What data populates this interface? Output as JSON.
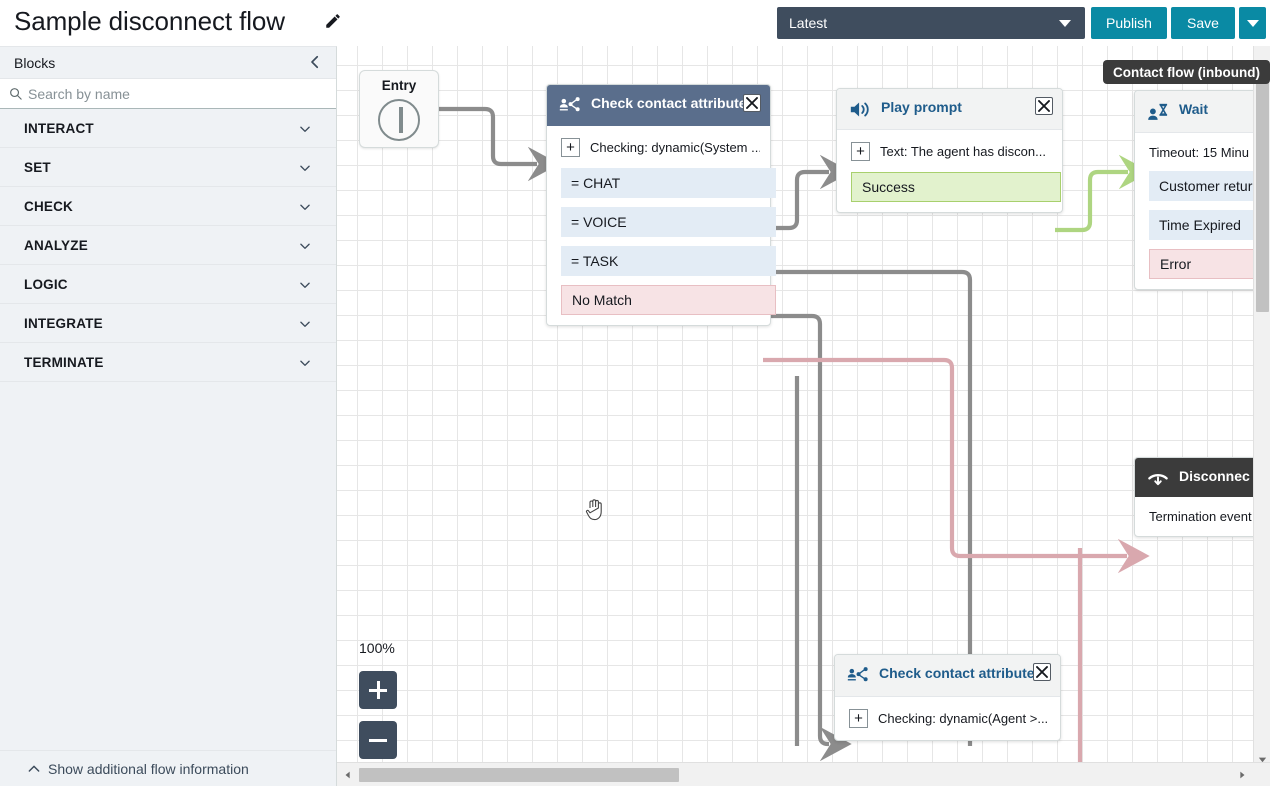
{
  "header": {
    "title": "Sample disconnect flow",
    "edit_icon": "pencil-icon",
    "version_value": "Latest",
    "publish_label": "Publish",
    "save_label": "Save",
    "more_label": ""
  },
  "sidebar": {
    "title": "Blocks",
    "collapse_icon": "chevron-left-icon",
    "search_placeholder": "Search by name",
    "search_value": "",
    "groups": [
      {
        "label": "INTERACT"
      },
      {
        "label": "SET"
      },
      {
        "label": "CHECK"
      },
      {
        "label": "ANALYZE"
      },
      {
        "label": "LOGIC"
      },
      {
        "label": "INTEGRATE"
      },
      {
        "label": "TERMINATE"
      }
    ],
    "footer_label": "Show additional flow information"
  },
  "canvas": {
    "flow_badge": "Contact flow (inbound)",
    "zoom_level": "100%",
    "zoom_in_label": "+",
    "zoom_out_label": "−",
    "entry": {
      "label": "Entry"
    },
    "nodes": [
      {
        "id": "check1",
        "title": "Check contact attributes",
        "icon": "check-contact-attributes-icon",
        "param": "Checking: dynamic(System ...",
        "branches": [
          {
            "label": "= CHAT",
            "type": "blue"
          },
          {
            "label": "= VOICE",
            "type": "blue"
          },
          {
            "label": "= TASK",
            "type": "blue"
          },
          {
            "label": "No Match",
            "type": "pink"
          }
        ]
      },
      {
        "id": "play",
        "title": "Play prompt",
        "icon": "speaker-icon",
        "param": "Text: The agent has discon...",
        "branches": [
          {
            "label": "Success",
            "type": "green"
          }
        ]
      },
      {
        "id": "wait",
        "title": "Wait",
        "icon": "wait-person-hourglass-icon",
        "param": "Timeout: 15 Minu",
        "branches": [
          {
            "label": "Customer retur",
            "type": "blue"
          },
          {
            "label": "Time Expired",
            "type": "blue"
          },
          {
            "label": "Error",
            "type": "pink"
          }
        ]
      },
      {
        "id": "disconnect",
        "title": "Disconnec",
        "icon": "disconnect-phone-icon",
        "param": "Termination event"
      },
      {
        "id": "check2",
        "title": "Check contact attributes",
        "icon": "check-contact-attributes-icon",
        "param": "Checking: dynamic(Agent >..."
      }
    ]
  },
  "colors": {
    "accent_teal": "#0a8aa4",
    "header_slate": "#3f4d5e",
    "node_selected": "#5a6e8c",
    "node_dark": "#3b3b3b",
    "branch_blue": "#e3ecf5",
    "branch_pink": "#f7e3e5",
    "branch_green": "#e2f2cd",
    "edge_gray": "#8c8c8c",
    "edge_green": "#aed581",
    "edge_pink": "#d9a8ae"
  }
}
